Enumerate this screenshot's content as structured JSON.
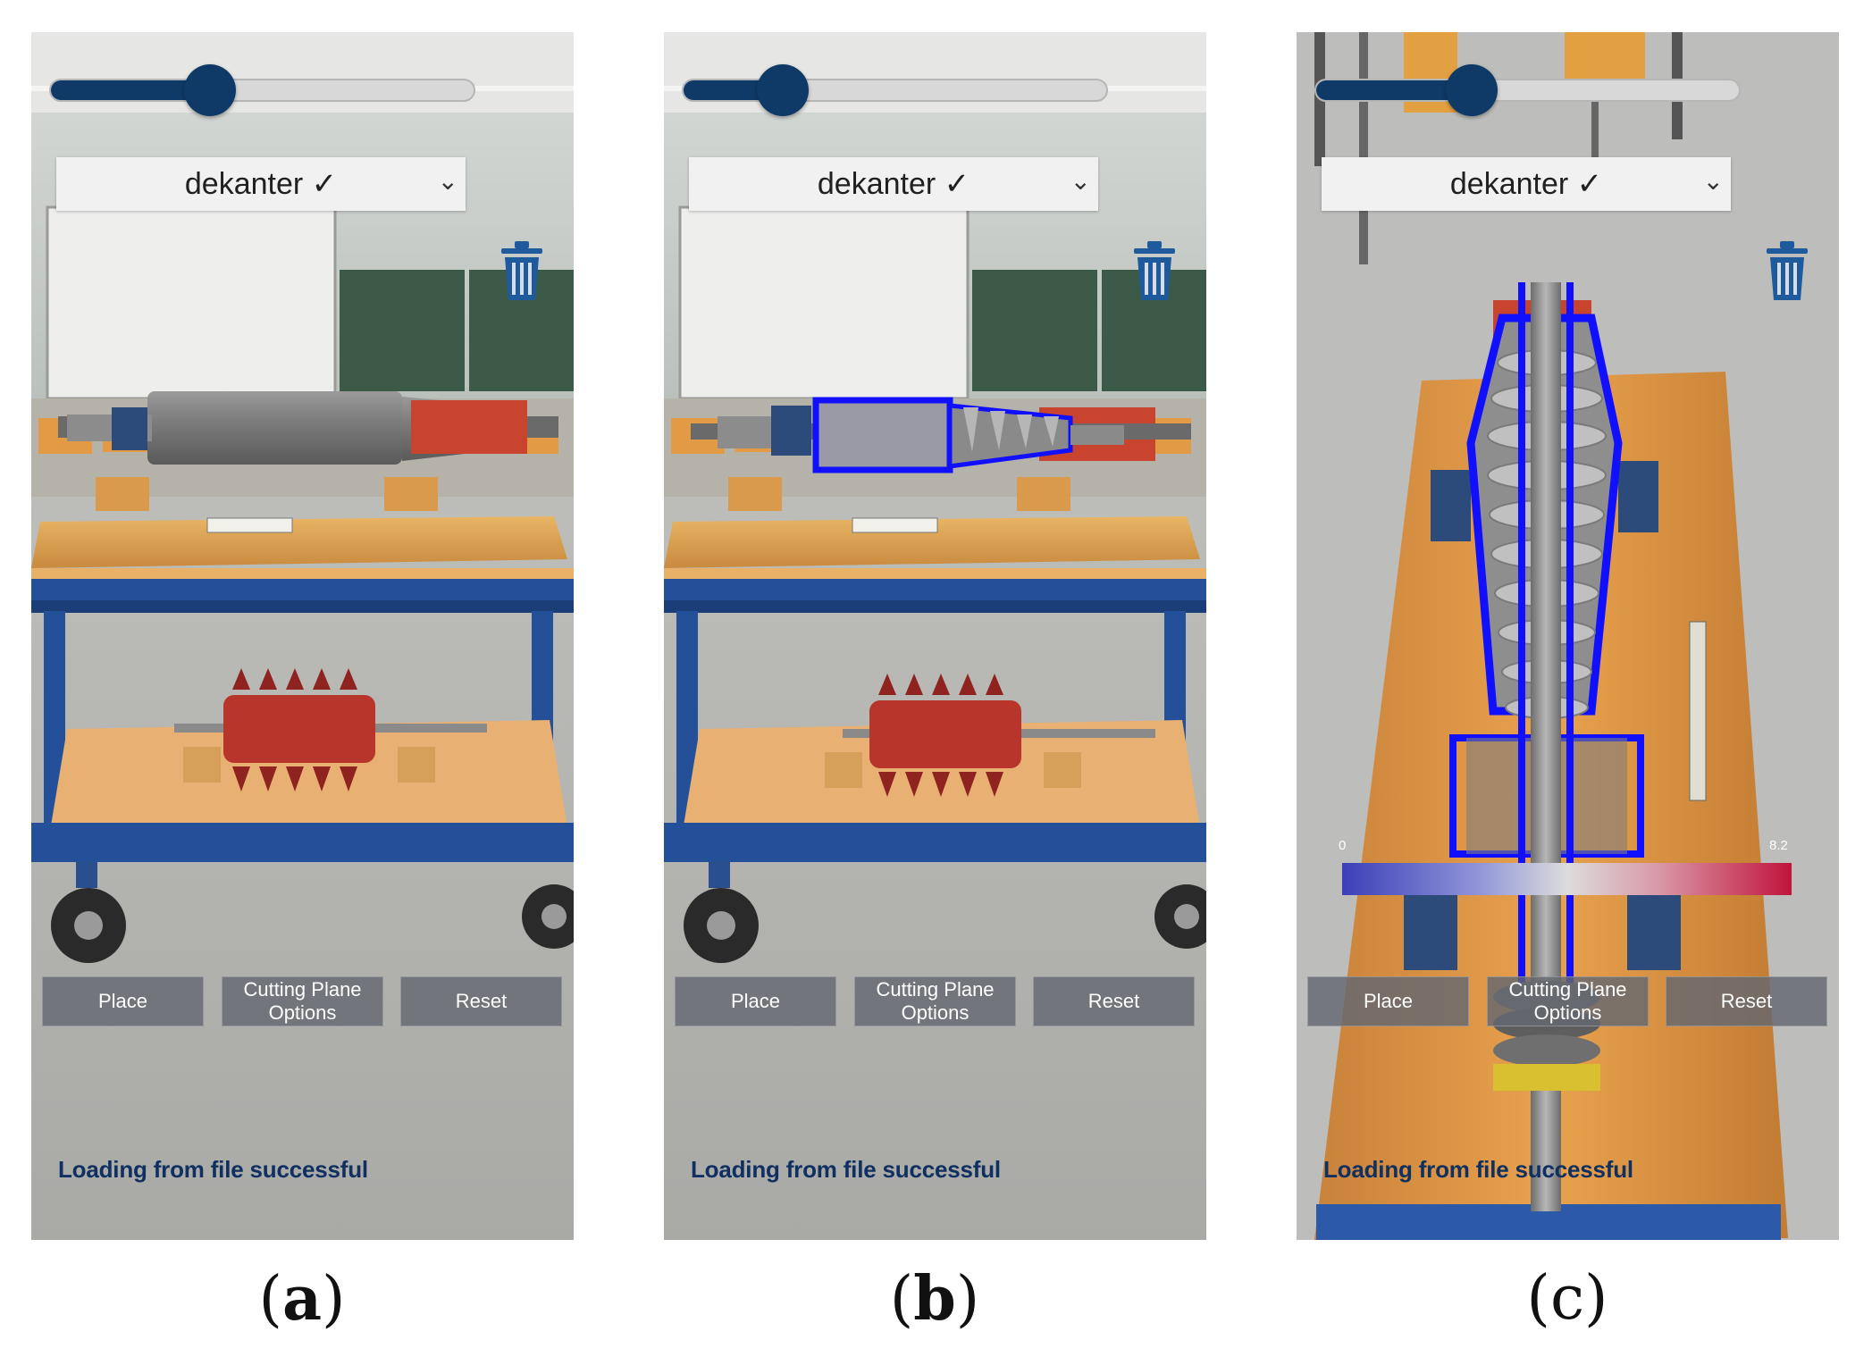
{
  "colors": {
    "accent": "#0f3a68",
    "trash_icon": "#1f5a9c",
    "button_bg": "#646870",
    "status_text": "#0f3060",
    "overlay_blue": "#1010ff"
  },
  "panels": [
    {
      "slider_value": 0.36,
      "dropdown_label": "dekanter ✓",
      "buttons": {
        "place": "Place",
        "cutting": "Cutting Plane\nOptions",
        "reset": "Reset"
      },
      "status": "Loading from file successful",
      "caption": {
        "letter": "a"
      }
    },
    {
      "slider_value": 0.2,
      "dropdown_label": "dekanter ✓",
      "buttons": {
        "place": "Place",
        "cutting": "Cutting Plane\nOptions",
        "reset": "Reset"
      },
      "status": "Loading from file successful",
      "caption": {
        "letter": "b"
      }
    },
    {
      "slider_value": 0.35,
      "dropdown_label": "dekanter ✓",
      "buttons": {
        "place": "Place",
        "cutting": "Cutting Plane\nOptions",
        "reset": "Reset"
      },
      "status": "Loading from file successful",
      "colorbar": {
        "min": "0",
        "max": "8.2"
      },
      "caption": {
        "letter": "c"
      }
    }
  ]
}
